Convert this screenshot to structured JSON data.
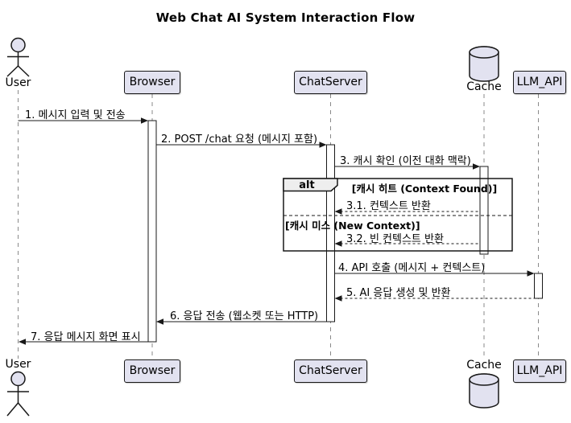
{
  "title": "Web Chat AI System Interaction Flow",
  "diagram_type": "uml-sequence",
  "participants": {
    "user": {
      "label": "User",
      "type": "actor"
    },
    "browser": {
      "label": "Browser",
      "type": "participant"
    },
    "chatserver": {
      "label": "ChatServer",
      "type": "participant"
    },
    "cache": {
      "label": "Cache",
      "type": "database"
    },
    "llm_api": {
      "label": "LLM_API",
      "type": "participant"
    }
  },
  "messages": [
    {
      "text": "1. 메시지 입력 및 전송",
      "from": "User",
      "to": "Browser",
      "line": "solid"
    },
    {
      "text": "2. POST /chat 요청 (메시지 포함)",
      "from": "Browser",
      "to": "ChatServer",
      "line": "solid"
    },
    {
      "text": "3. 캐시 확인 (이전 대화 맥락)",
      "from": "ChatServer",
      "to": "Cache",
      "line": "solid"
    },
    {
      "text": "3.1. 컨텍스트 반환",
      "from": "Cache",
      "to": "ChatServer",
      "line": "dashed"
    },
    {
      "text": "3.2. 빈 컨텍스트 반환",
      "from": "Cache",
      "to": "ChatServer",
      "line": "dashed"
    },
    {
      "text": "4. API 호출 (메시지 + 컨텍스트)",
      "from": "ChatServer",
      "to": "LLM_API",
      "line": "solid"
    },
    {
      "text": "5. AI 응답 생성 및 반환",
      "from": "LLM_API",
      "to": "ChatServer",
      "line": "dashed"
    },
    {
      "text": "6. 응답 전송 (웹소켓 또는 HTTP)",
      "from": "ChatServer",
      "to": "Browser",
      "line": "solid"
    },
    {
      "text": "7. 응답 메시지 화면 표시",
      "from": "Browser",
      "to": "User",
      "line": "solid"
    }
  ],
  "alt_frame": {
    "operator": "alt",
    "condition_hit": "[캐시 히트 (Context Found)]",
    "condition_miss": "[캐시 미스 (New Context)]"
  },
  "colors": {
    "participant_fill": "#E2E2F0",
    "border": "#181818",
    "frame_label_fill": "#EEEEEE",
    "lifeline": "#8A8A8A",
    "background": "#FFFFFF"
  }
}
